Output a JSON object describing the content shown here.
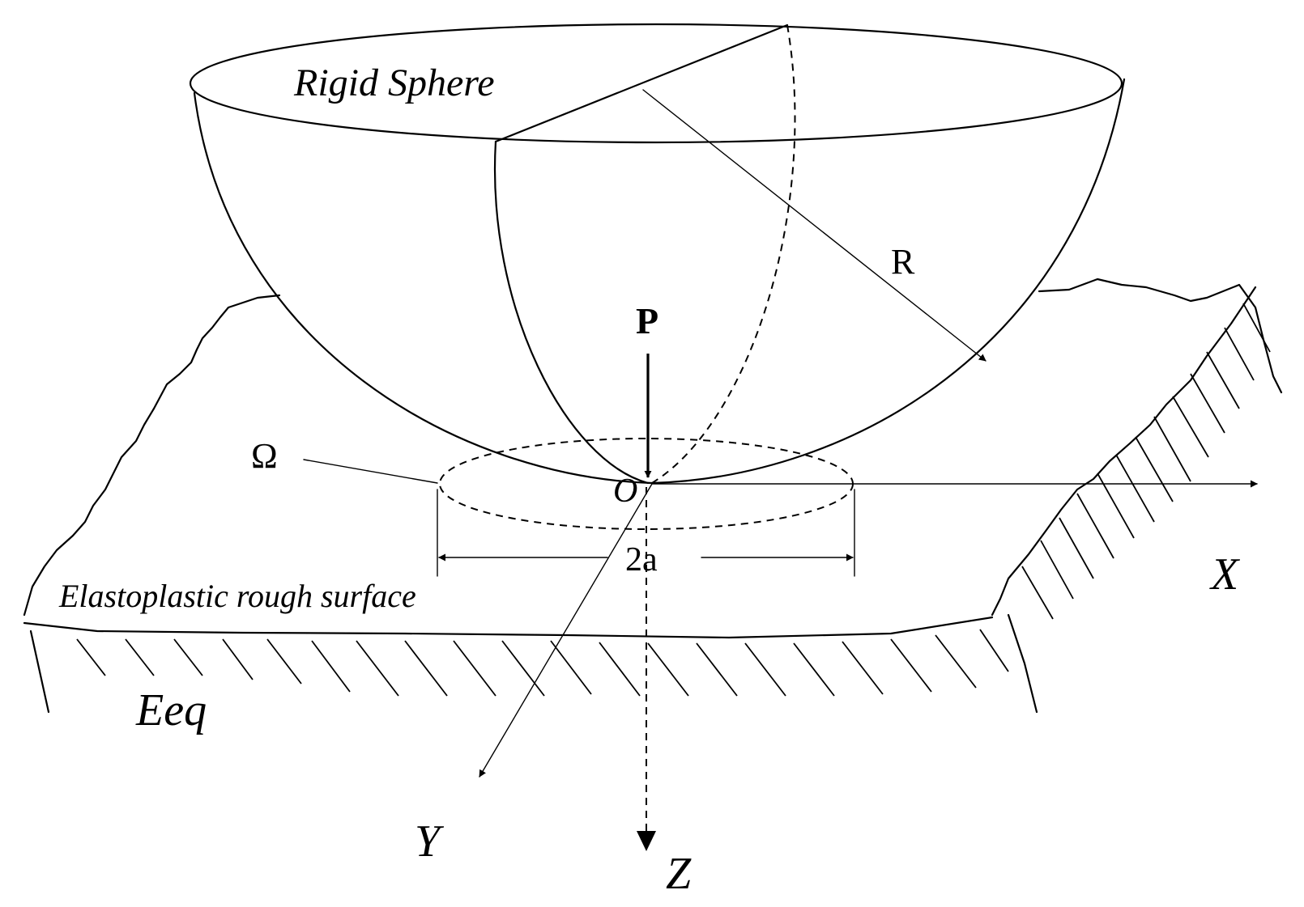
{
  "labels": {
    "sphere": "Rigid Sphere",
    "radius": "R",
    "load": "P",
    "contact_area": "Ω",
    "origin": "O",
    "contact_width": "2a",
    "surface": "Elastoplastic rough surface",
    "modulus": "Eeq",
    "axis_x": "X",
    "axis_y": "Y",
    "axis_z": "Z"
  }
}
